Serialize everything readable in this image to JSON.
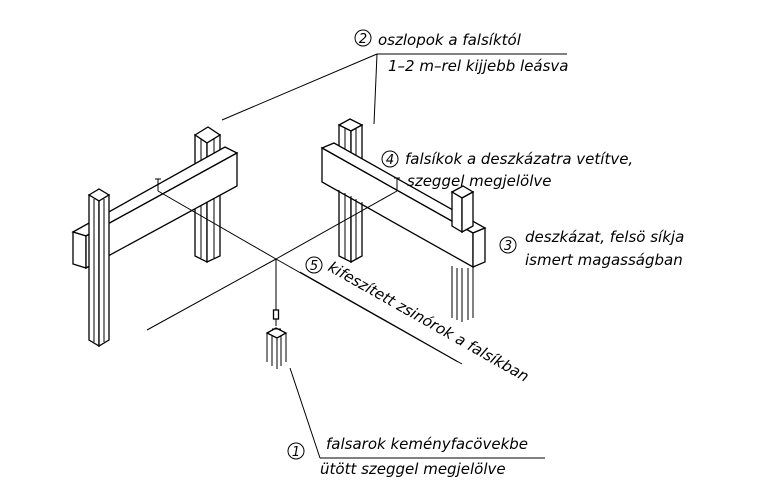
{
  "labels": {
    "l1": {
      "number": "1",
      "line1": "falsarok keményfacövekbe",
      "line2": "ütött szeggel megjelölve"
    },
    "l2": {
      "number": "2",
      "line1": "oszlopok a falsíktól",
      "line2": "1–2 m–rel kijjebb leásva"
    },
    "l3": {
      "number": "3",
      "line1": "deszkázat, felsö síkja",
      "line2": "ismert magasságban"
    },
    "l4": {
      "number": "4",
      "line1": "falsíkok a deszkázatra vetítve,",
      "line2": "szeggel megjelölve"
    },
    "l5": {
      "number": "5",
      "line1": "kifeszített zsinórok a falsíkban"
    }
  }
}
